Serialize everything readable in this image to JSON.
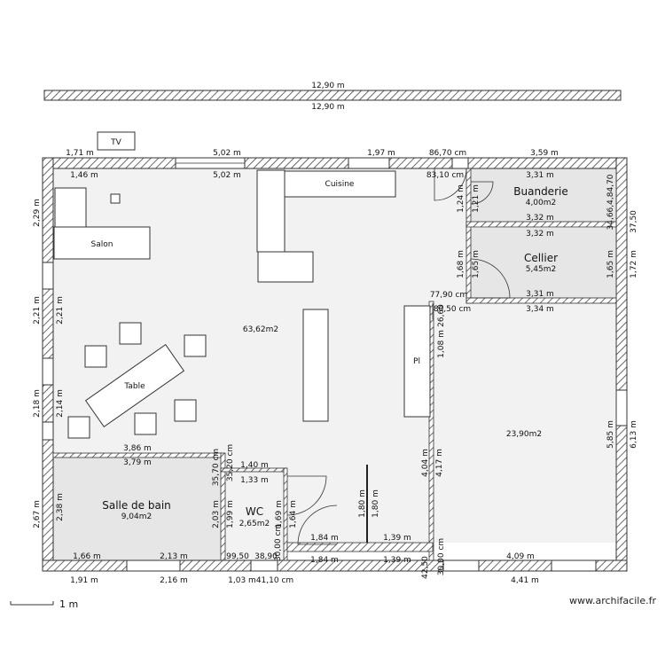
{
  "rooms": {
    "main_area": "63,62m2",
    "kitchen": "Cuisine",
    "living": "Salon",
    "tv": "TV",
    "table": "Table",
    "pl": "Pl",
    "buanderie": "Buanderie",
    "buanderie_area": "4,00m2",
    "cellier": "Cellier",
    "cellier_area": "5,45m2",
    "bedroom_area": "23,90m2",
    "bathroom": "Salle de bain",
    "bathroom_area": "9,04m2",
    "wc": "WC",
    "wc_area": "2,65m2"
  },
  "dimensions": {
    "top_total_a": "12,90 m",
    "top_total_b": "12,90 m",
    "top_1_71": "1,71 m",
    "top_1_46": "1,46 m",
    "top_5_02a": "5,02 m",
    "top_5_02b": "5,02 m",
    "top_1_97": "1,97 m",
    "top_86_70": "86,70 cm",
    "top_83_10": "83,10 cm",
    "top_3_59": "3,59 m",
    "top_3_31": "3,31 m",
    "buand_3_32": "3,32 m",
    "cell_3_32": "3,32 m",
    "cell_3_31": "3,31 m",
    "bed_3_34": "3,34 m",
    "bed_77_90": "77,90 cm",
    "bed_80_50": "80,50 cm",
    "l_2_29": "2,29 m",
    "l_2_21a": "2,21 m",
    "l_2_21b": "2,21 m",
    "l_2_18": "2,18 m",
    "l_2_14": "2,14 m",
    "l_2_67": "2,67 m",
    "l_2_38": "2,38 m",
    "bath_3_86": "3,86 m",
    "bath_3_79": "3,79 m",
    "wc_1_40": "1,40 m",
    "wc_1_33": "1,33 m",
    "wc_35_70": "35,70 cm",
    "wc_35_20": "35,20 cm",
    "wc_2_03": "2,03 m",
    "wc_1_99": "1,99 m",
    "wc_1_69": "1,69 m",
    "wc_1_64": "1,64 m",
    "c_1_80a": "1,80 m",
    "c_1_80b": "1,80 m",
    "c_1_84a": "1,84 m",
    "c_1_84b": "1,84 m",
    "c_1_39a": "1,39 m",
    "c_1_39b": "1,39 m",
    "c_4_04": "4,04 m",
    "c_4_17": "4,17 m",
    "c_1_08": "1,08 m",
    "c_26_60": "26,60",
    "b_1_66": "1,66 m",
    "b_2_13": "2,13 m",
    "b_1_91": "1,91 m",
    "b_2_16": "2,16 m",
    "b_1_03": "1,03 m",
    "b_41_10": "41,10 cm",
    "b_99_50": "99,50",
    "b_38_90": "38,90",
    "b_42_50": "42,50",
    "b_30_00a": "30,00 cm",
    "b_30_00b": "30,00 cm",
    "b_4_09": "4,09 m",
    "b_4_41": "4,41 m",
    "r_5_85": "5,85 m",
    "r_6_13": "6,13 m",
    "r_1_65": "1,65 m",
    "r_1_72": "1,72 m",
    "r_37_50": "37,50",
    "r_stack": "34,66,4,84,70",
    "buand_1_24": "1,24 m",
    "buand_1_21": "1,21 m",
    "cell_1_68": "1,68 m",
    "cell_1_65": "1,65 m"
  },
  "scale": "1 m",
  "watermark": "www.archifacile.fr",
  "colors": {
    "wall_hatch": "#555555",
    "room_fill": "#f2f2f2",
    "service_fill": "#e6e6e6",
    "line": "#333333"
  }
}
